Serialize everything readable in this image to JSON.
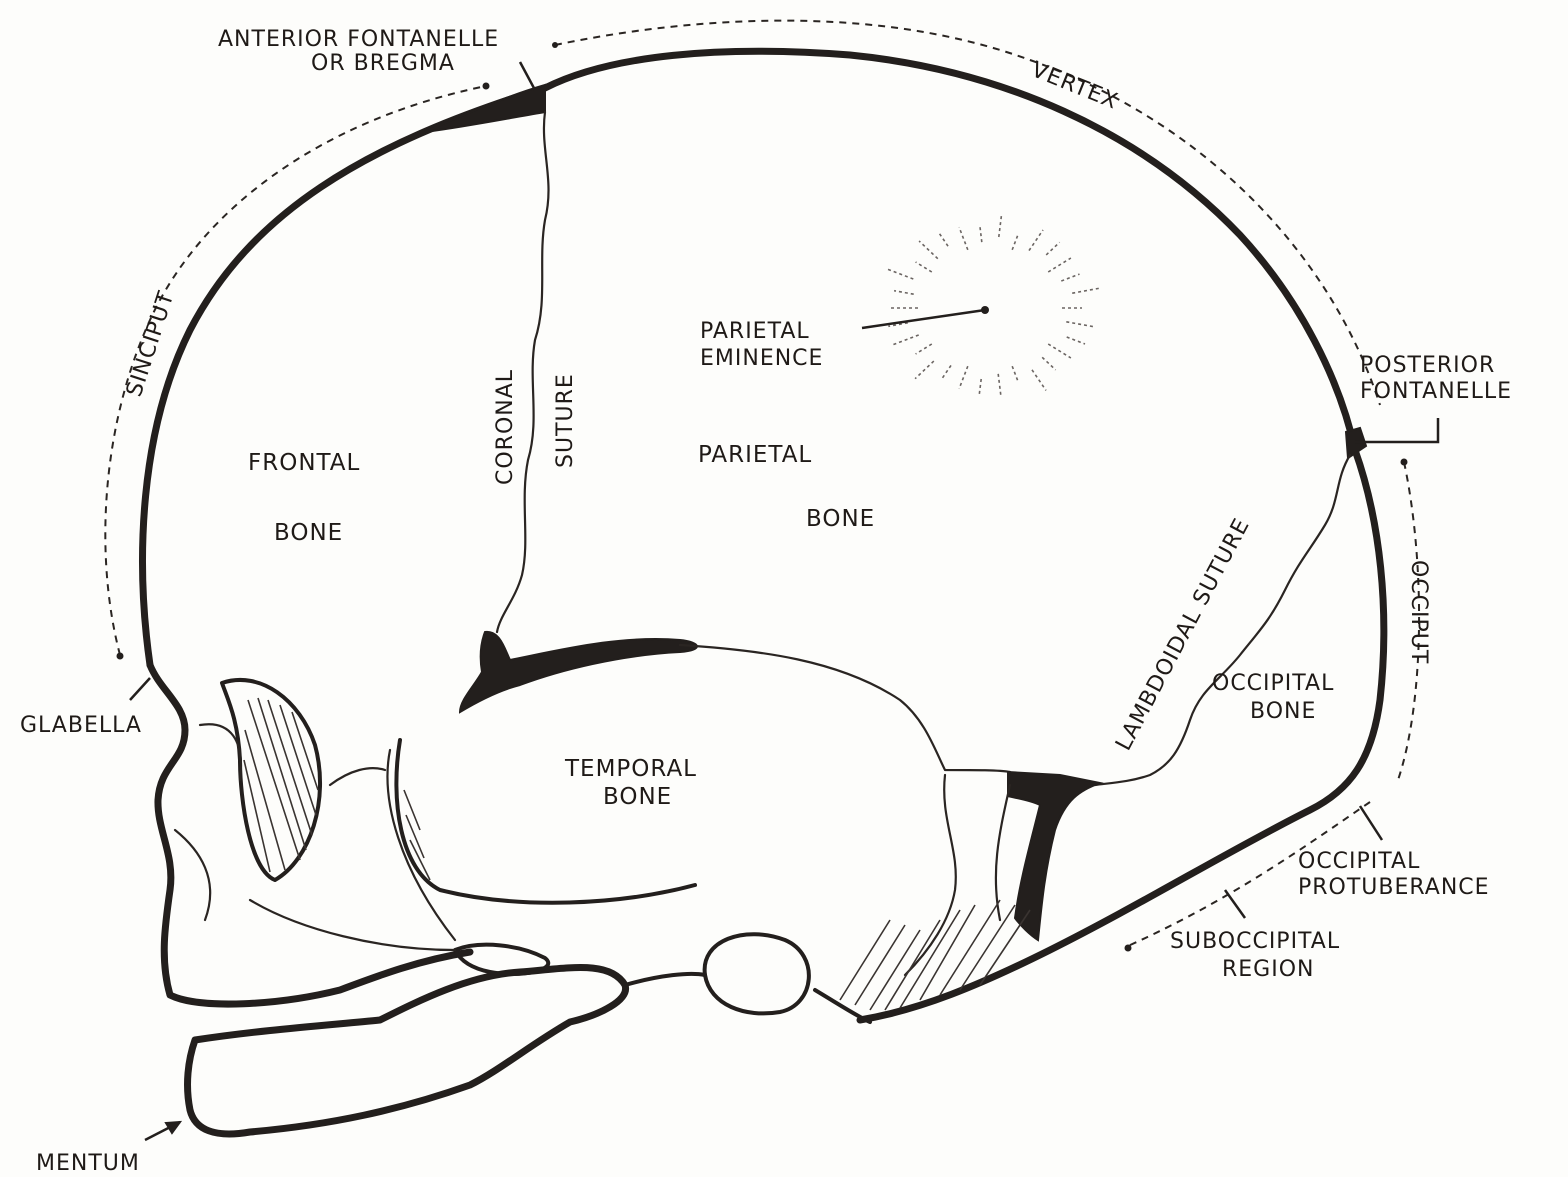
{
  "labels": {
    "anterior_fontanelle_line1": "ANTERIOR FONTANELLE",
    "anterior_fontanelle_line2": "OR BREGMA",
    "vertex": "VERTEX",
    "sinciput": "SINCIPUT",
    "coronal": "CORONAL",
    "suture": "SUTURE",
    "parietal_eminence_line1": "PARIETAL",
    "parietal_eminence_line2": "EMINENCE",
    "posterior_fontanelle_line1": "POSTERIOR",
    "posterior_fontanelle_line2": "FONTANELLE",
    "frontal": "FRONTAL",
    "frontal_bone": "BONE",
    "parietal": "PARIETAL",
    "parietal_bone": "BONE",
    "lambdoidal_suture": "LAMBDOIDAL SUTURE",
    "occiput": "OCCIPUT",
    "occipital_line1": "OCCIPITAL",
    "occipital_line2": "BONE",
    "glabella": "GLABELLA",
    "temporal_line1": "TEMPORAL",
    "temporal_line2": "BONE",
    "occipital_protuberance_line1": "OCCIPITAL",
    "occipital_protuberance_line2": "PROTUBERANCE",
    "suboccipital_line1": "SUBOCCIPITAL",
    "suboccipital_line2": "REGION",
    "mentum": "MENTUM"
  }
}
